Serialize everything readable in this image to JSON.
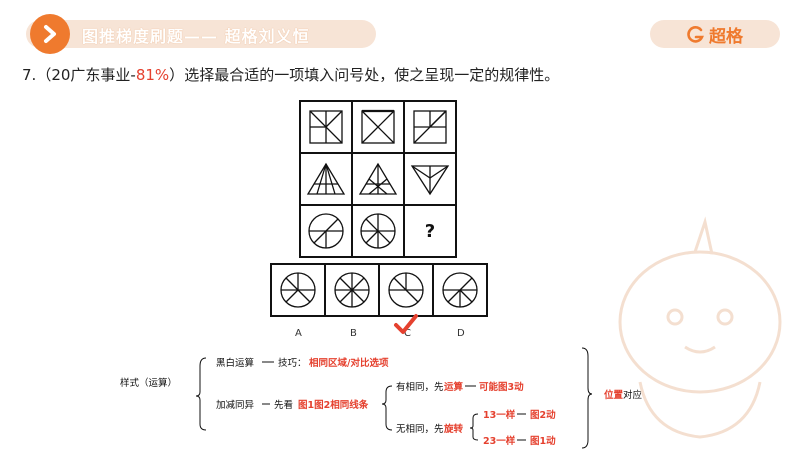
{
  "header": {
    "title": "图推梯度刷题—— 超格刘义恒",
    "brand": "超格",
    "accent_color": "#ef7a2e",
    "bar_color": "#f7e4d6"
  },
  "question": {
    "number": "7.",
    "source_prefix": "（20广东事业-",
    "correct_rate": "81%",
    "source_suffix": "）",
    "text": "选择最合适的一项填入问号处，使之呈现一定的规律性。",
    "rate_color": "#e5412f"
  },
  "puzzle": {
    "missing_symbol": "?"
  },
  "options": {
    "labels": [
      "A",
      "B",
      "C",
      "D"
    ],
    "marked_answer": "C",
    "check_icon": "checkmark-icon",
    "check_color": "#e5412f"
  },
  "mindmap": {
    "root": "样式（运算）",
    "branch1": {
      "label": "黑白运算",
      "tip_prefix": "技巧：",
      "tip": "相同区域/对比选项"
    },
    "branch2": {
      "label": "加减同异",
      "step_prefix": "先看",
      "step": "图1图2相同线条",
      "same": {
        "prefix": "有相同，先",
        "action": "运算",
        "result": "可能图3动"
      },
      "none": {
        "prefix": "无相同，先",
        "action": "旋转",
        "case1": {
          "cond": "13一样",
          "result": "图2动"
        },
        "case2": {
          "cond": "23一样",
          "result": "图1动"
        }
      }
    },
    "conclusion_prefix": "位置",
    "conclusion_suffix": "对应",
    "highlight_color": "#e5412f"
  }
}
